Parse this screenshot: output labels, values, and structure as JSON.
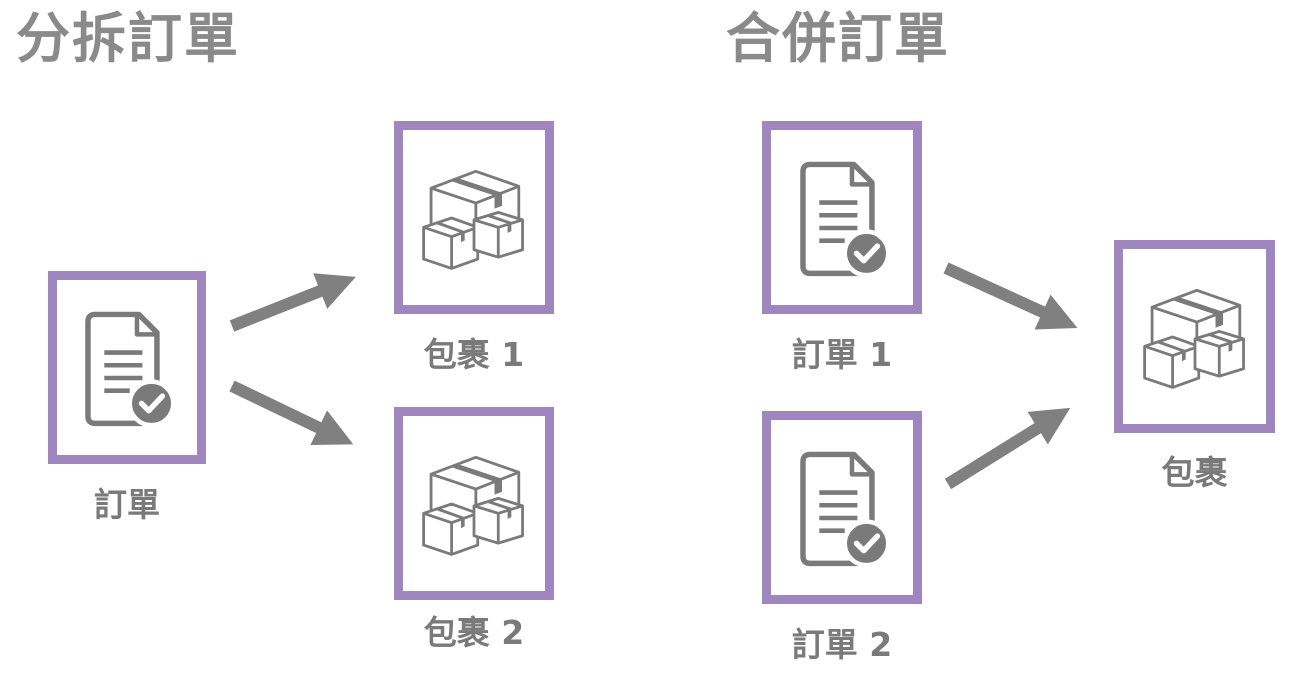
{
  "colors": {
    "frame": "#a086be",
    "arrow": "#808080",
    "icon": "#7a7a7a",
    "title": "#8a8a8a"
  },
  "split": {
    "title": "分拆訂單",
    "order_label": "訂單",
    "package1_label": "包裹 1",
    "package2_label": "包裹 2"
  },
  "merge": {
    "title": "合併訂單",
    "order1_label": "訂單 1",
    "order2_label": "訂單 2",
    "package_label": "包裹"
  },
  "icons": {
    "order": "document-check-icon",
    "package": "boxes-icon"
  }
}
